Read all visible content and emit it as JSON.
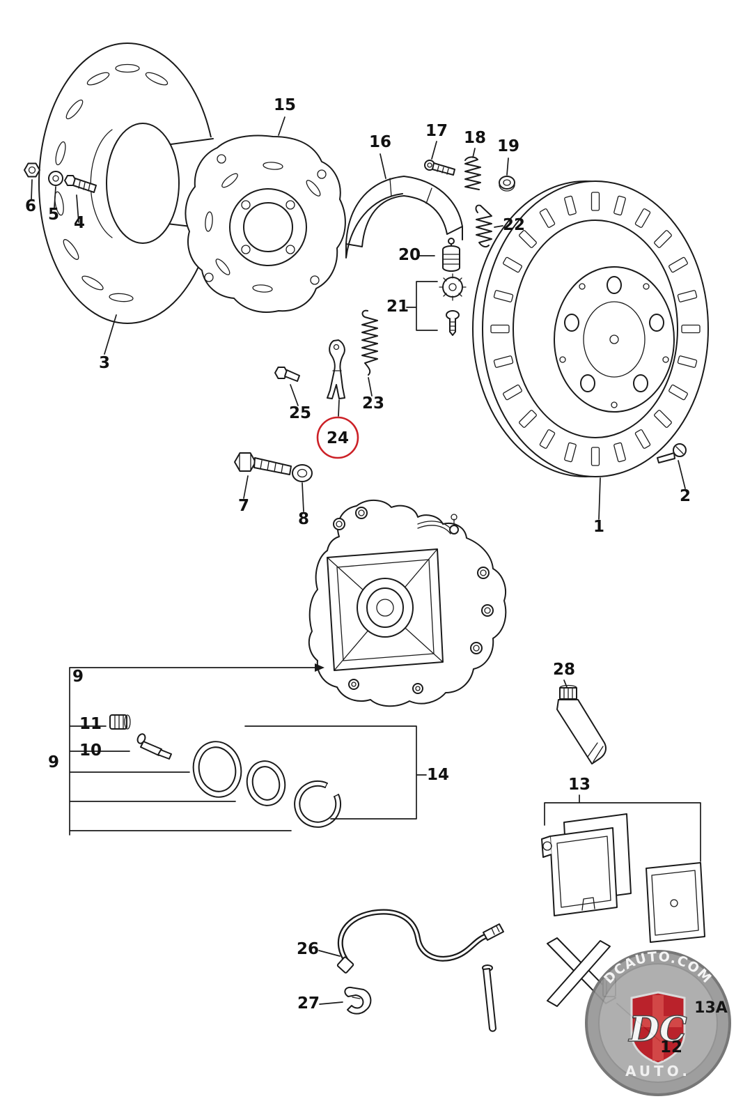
{
  "diagram": {
    "type": "exploded-parts-diagram",
    "subject": "rear brake disc, caliper and parking brake assembly",
    "colors": {
      "background": "#ffffff",
      "line": "#1a1a1a",
      "highlight": "#cc2127"
    },
    "labels": [
      {
        "num": "6"
      },
      {
        "num": "5"
      },
      {
        "num": "4"
      },
      {
        "num": "3"
      },
      {
        "num": "15"
      },
      {
        "num": "16"
      },
      {
        "num": "17"
      },
      {
        "num": "18"
      },
      {
        "num": "19"
      },
      {
        "num": "22"
      },
      {
        "num": "20"
      },
      {
        "num": "21"
      },
      {
        "num": "23"
      },
      {
        "num": "25"
      },
      {
        "num": "24"
      },
      {
        "num": "7"
      },
      {
        "num": "8"
      },
      {
        "num": "2"
      },
      {
        "num": "1"
      },
      {
        "num": "9"
      },
      {
        "num": "11"
      },
      {
        "num": "10"
      },
      {
        "num": "9"
      },
      {
        "num": "14"
      },
      {
        "num": "28"
      },
      {
        "num": "13"
      },
      {
        "num": "26"
      },
      {
        "num": "27"
      },
      {
        "num": "12"
      }
    ],
    "highlight": {
      "part": "24"
    },
    "watermark": {
      "arc_text": "DCAUTO.COM",
      "initials": "DC",
      "word": "AUTO.",
      "sheet_code": "13A"
    }
  }
}
